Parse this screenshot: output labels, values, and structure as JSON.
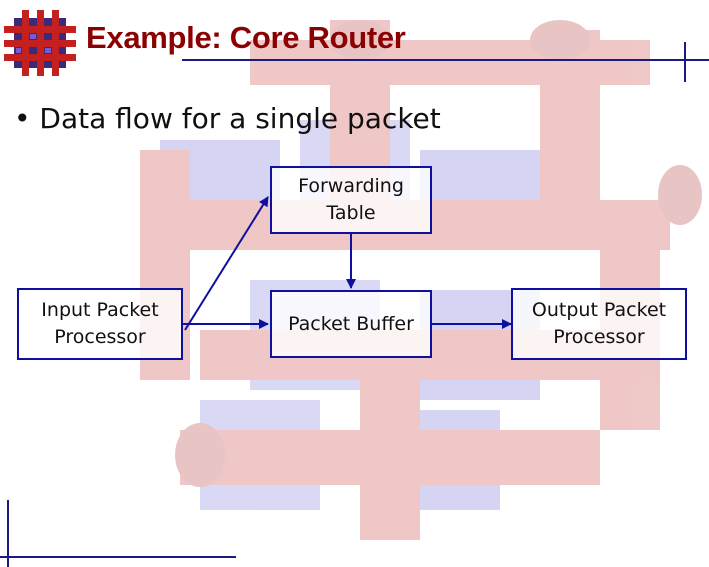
{
  "slide": {
    "title": "Example: Core Router",
    "bullet": "• Data flow for a single packet"
  },
  "diagram": {
    "nodes": {
      "forwarding_table": "Forwarding\nTable",
      "input_processor": "Input Packet\nProcessor",
      "packet_buffer": "Packet Buffer",
      "output_processor": "Output Packet\nProcessor"
    },
    "edges": [
      {
        "from": "input_processor",
        "to": "forwarding_table"
      },
      {
        "from": "forwarding_table",
        "to": "packet_buffer"
      },
      {
        "from": "input_processor",
        "to": "packet_buffer"
      },
      {
        "from": "packet_buffer",
        "to": "output_processor"
      }
    ]
  },
  "colors": {
    "title": "#8b0000",
    "rule": "#1a1a80",
    "box_border": "#1010a0",
    "arrow": "#1010a0"
  }
}
